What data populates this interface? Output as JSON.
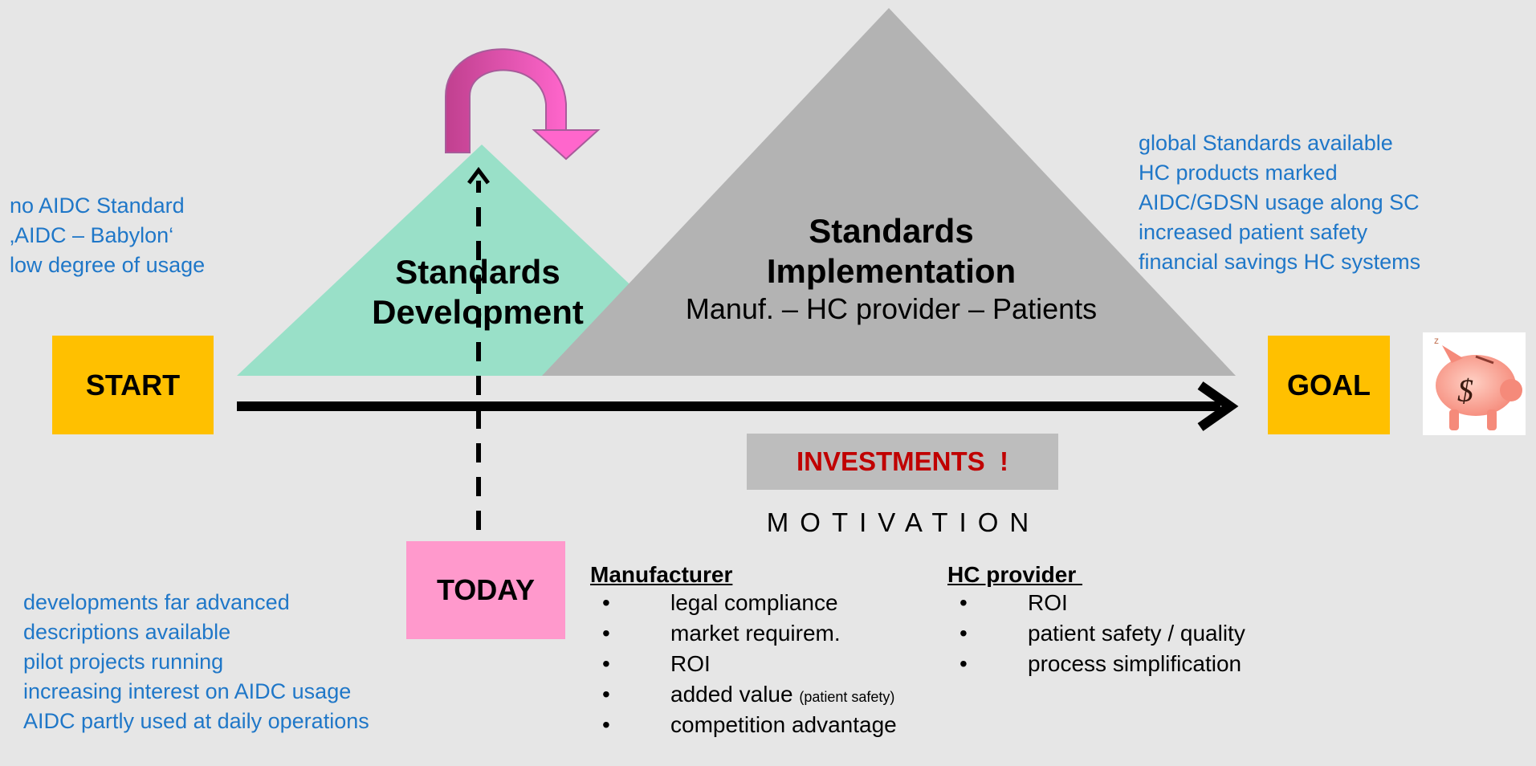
{
  "start_label": "START",
  "goal_label": "GOAL",
  "today_label": "TODAY",
  "start_notes": [
    "no AIDC Standard",
    "‚AIDC – Babylon‘",
    "low degree of usage"
  ],
  "goal_notes": [
    "global Standards available",
    "HC products marked",
    "AIDC/GDSN usage along SC",
    "increased patient safety",
    "financial savings HC systems"
  ],
  "today_notes": [
    "developments far advanced",
    "descriptions available",
    "pilot projects running",
    "increasing interest on AIDC usage",
    "AIDC partly used at daily operations"
  ],
  "dev_triangle": {
    "line1": "Standards",
    "line2": "Development"
  },
  "impl_triangle": {
    "line1": "Standards",
    "line2": "Implementation",
    "line3": "Manuf. – HC provider – Patients"
  },
  "investments_label": "INVESTMENTS  !",
  "motivation_label": "MOTIVATION",
  "manufacturer": {
    "title": "Manufacturer",
    "items": [
      "legal compliance",
      "market requirem.",
      "ROI",
      "added value",
      "competition advantage"
    ],
    "item4_note": "(patient safety)"
  },
  "hc_provider": {
    "title": "HC provider ",
    "items": [
      "ROI",
      "patient safety / quality",
      "process simplification"
    ]
  },
  "colors": {
    "accent_orange": "#ffc000",
    "pink_box": "#ff99cc",
    "teal_triangle": "#99e0c8",
    "grey_triangle": "#b3b3b3",
    "blue_text": "#1f77c8",
    "investments_red": "#c00000"
  },
  "icons": [
    "piggy-bank-icon",
    "curved-arrow-icon"
  ]
}
